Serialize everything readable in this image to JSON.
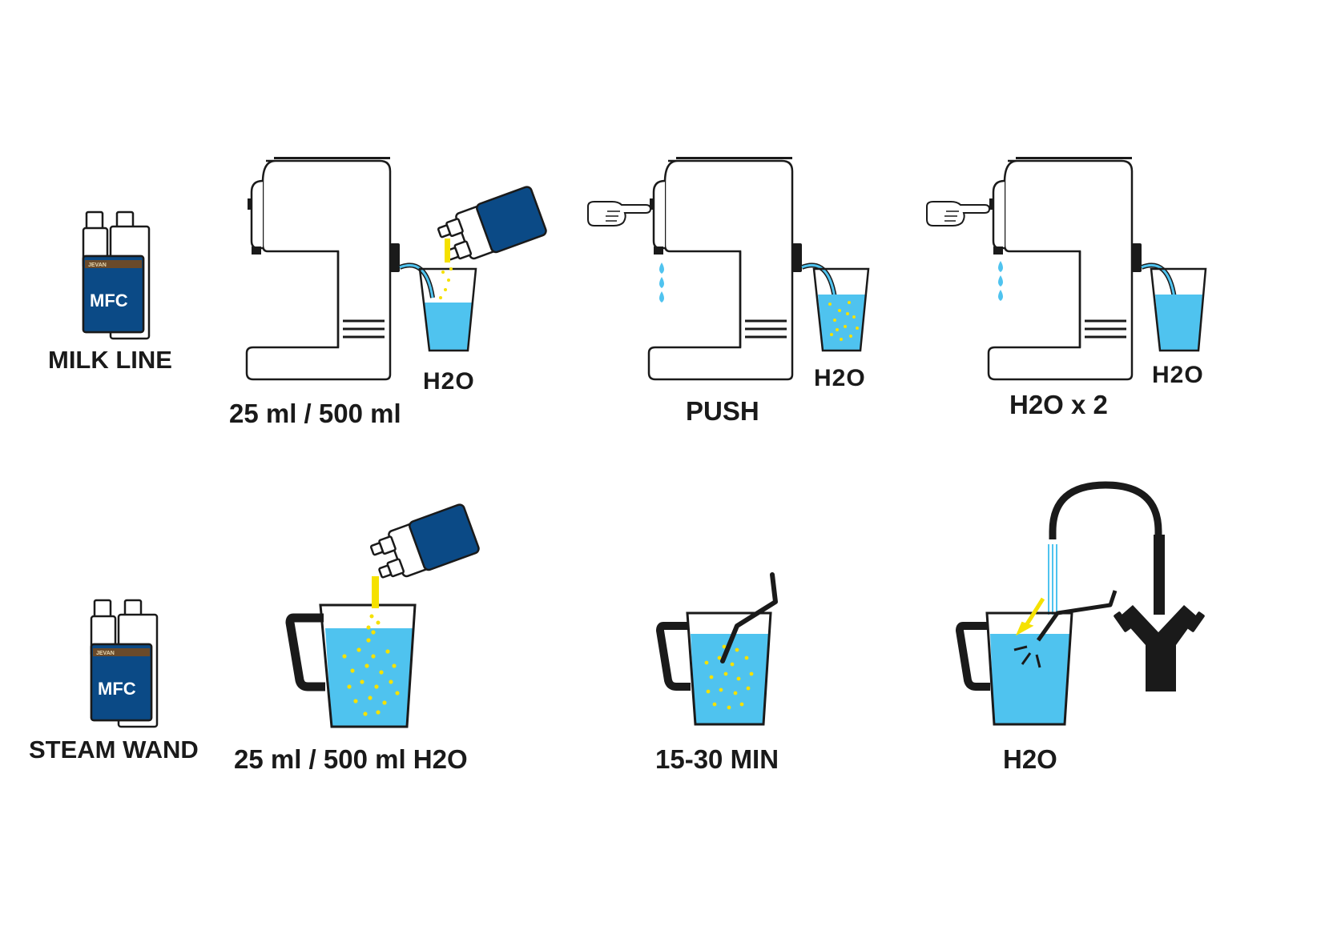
{
  "colors": {
    "water": "#4fc3ef",
    "yellow": "#f5e100",
    "bottle_blue": "#0b4a86",
    "brand_band": "#6a4a2a",
    "outline": "#1a1a1a",
    "faucet": "#1a1a1a"
  },
  "icons": [
    "cleaner-bottle-icon",
    "coffee-machine-icon",
    "water-glass-icon",
    "pointing-hand-icon",
    "water-drop-icon",
    "measuring-jug-icon",
    "steam-wand-icon",
    "faucet-icon"
  ],
  "rows": {
    "milk_line": {
      "category_label": "MILK LINE",
      "bottle_brand": "JEVAN",
      "bottle_label": "MFC",
      "steps": [
        {
          "caption": "25 ml / 500 ml",
          "glass_label": "H2O"
        },
        {
          "caption": "PUSH",
          "glass_label": "H2O"
        },
        {
          "caption": "H2O x 2",
          "glass_label": "H2O"
        }
      ]
    },
    "steam_wand": {
      "category_label": "STEAM WAND",
      "bottle_brand": "JEVAN",
      "bottle_label": "MFC",
      "steps": [
        {
          "caption": "25 ml / 500 ml H2O"
        },
        {
          "caption": "15-30 MIN"
        },
        {
          "caption": "H2O"
        }
      ]
    }
  }
}
